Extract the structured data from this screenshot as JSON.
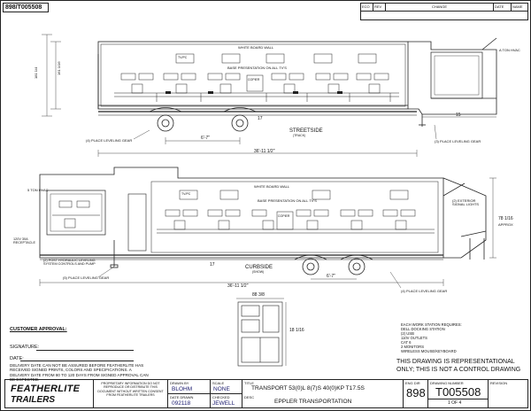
{
  "sheet_tag": "898/T005508",
  "revision_block": {
    "eco": "ECO",
    "rev": "REV",
    "change": "CHANGE",
    "date": "DATE",
    "name": "NAME"
  },
  "top_view": {
    "board": "WHITE BOARD WALL",
    "base": "BASE PRESENTATION ON ALL TV'S",
    "copier": "COPIER",
    "tv_label": "TV/PC",
    "ac": "A TON HVAC",
    "dim_left": "161 1/16",
    "dim_left2": "181 1/4",
    "dim_right": "15",
    "side": "STREETSIDE",
    "side_sub": "(TRACK)",
    "dim_bottom": "36'-11 1/2\"",
    "dim_mid": "6'-7\"",
    "dim_small": "17",
    "leveling_left": "(4) PLACE LEVELING GEAR",
    "leveling_right": "(3) PLACE LEVELING GEAR"
  },
  "bottom_view": {
    "ac": "5 TON HVAC",
    "board": "WHITE BOARD WALL",
    "base": "BASE PRESENTATION ON ALL TV'S",
    "copier": "COPIER",
    "tv_label": "TV/PC",
    "exterior": "(2) EXTERIOR SIGNAL LIGHTS",
    "left_note1": "120V 30A RECEPTACLE",
    "left_note2": "(2) POST HYDRAULIC LEVELING SYSTEM CONTROLS AND PUMP",
    "leveling_left": "(5) PLACE LEVELING GEAR",
    "leveling_right": "(4) PLACE LEVELING GEAR",
    "side": "CURBSIDE",
    "side_sub": "(SHOW)",
    "dim_bottom": "36'-11 1/2\"",
    "dim_mid": "6'-7\"",
    "dim_small": "17",
    "dim_right": "78 1/16",
    "dim_right_sub": "APPROX"
  },
  "detail_view": {
    "dim_top": "88 3/8",
    "dim_right": "18 1/16"
  },
  "workstation_notes": [
    "EACH WORK STATION REQUIRES:",
    "DELL DOCKING STATION",
    "(2) USB",
    "110V OUTLETS",
    "CAT 6",
    "2 MONITORS",
    "WIRELESS MOUSE/KEYBOARD"
  ],
  "approval": {
    "title": "CUSTOMER APPROVAL:",
    "signature": "SIGNATURE:",
    "date": "DATE:",
    "disclaimer": "DELIVERY DATE CAN NOT BE ASSURED BEFORE FEATHERLITE HAS RECEIVED SIGNED PRINTS, COLORS AND SPECIFICATIONS. A DELIVERY DATE FROM 80 TO 120 DAYS FROM SIGNED APPROVAL CAN BE EXPECTED."
  },
  "statement": [
    "THIS DRAWING IS REPRESENTATIONAL",
    "ONLY; THIS IS NOT A CONTROL DRAWING"
  ],
  "title_block": {
    "logo1": "FEATHERLITE",
    "logo2": "TRAILERS",
    "proprietary": "PROPRIETARY INFORMATION DO NOT REPRODUCE OR DISTRIBUTE THIS DOCUMENT WITHOUT WRITTEN CONSENT FROM FEATHERLITE TRAILERS",
    "drawn_by_label": "DRAWN BY",
    "drawn_by": "BLOHM",
    "scale_label": "SCALE",
    "scale": "NONE",
    "date_drawn_label": "DATE DRAWN",
    "date_drawn": "092118",
    "checked_label": "CHECKED",
    "checked": "JEWELL",
    "title_label": "TITLE",
    "desc_label": "DESC",
    "title": "TRANSPORT 53(0)L 8(7)S 40(0)KP T17.5S",
    "customer": "EPPLER TRANSPORTATION",
    "eng_label": "ENG DIR",
    "eng": "898",
    "dwg_label": "DRAWING NUMBER",
    "dwg": "T005508",
    "rev_label": "REVISION",
    "sheet": "1 OF 4"
  }
}
